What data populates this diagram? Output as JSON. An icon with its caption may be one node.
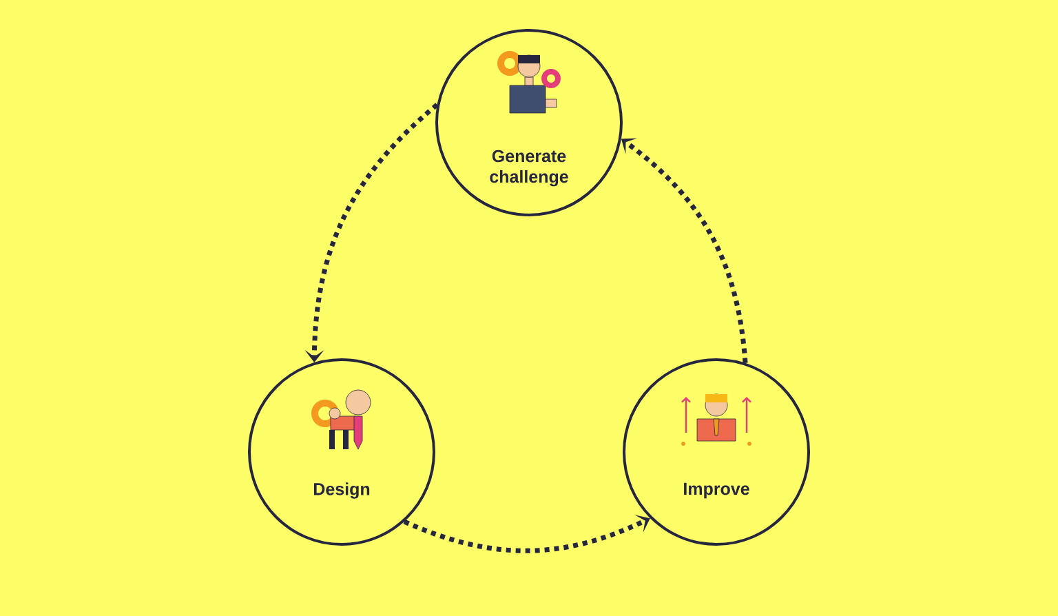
{
  "diagram": {
    "nodes": [
      {
        "text": [
          "Generate challenge"
        ]
      },
      {
        "text": [
          "Design"
        ]
      },
      {
        "text": [
          "Improve"
        ]
      }
    ],
    "edges": [
      {
        "from": 0,
        "to": 1,
        "arrow": "to"
      },
      {
        "from": 1,
        "to": 2,
        "arrow": "to"
      },
      {
        "from": 2,
        "to": 0,
        "arrow": "to"
      }
    ]
  }
}
